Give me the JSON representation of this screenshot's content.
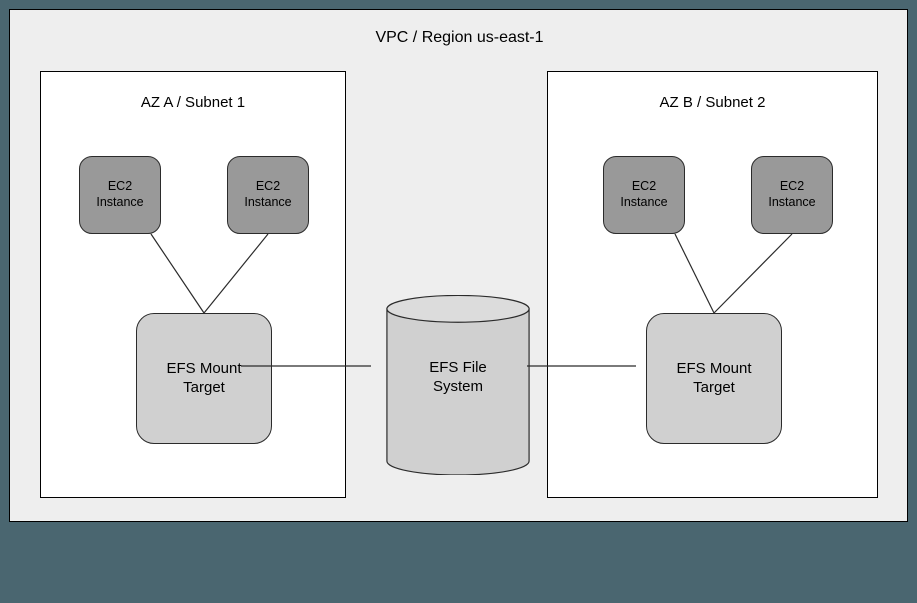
{
  "diagram": {
    "title": "VPC / Region us-east-1",
    "background_color": "#4a6670",
    "panel_color": "#eeeeee"
  },
  "subnets": [
    {
      "id": "az-a",
      "title": "AZ A / Subnet 1",
      "instances": [
        {
          "label": "EC2\nInstance"
        },
        {
          "label": "EC2\nInstance"
        }
      ],
      "mount_target": {
        "label": "EFS Mount\nTarget"
      }
    },
    {
      "id": "az-b",
      "title": "AZ B / Subnet 2",
      "instances": [
        {
          "label": "EC2\nInstance"
        },
        {
          "label": "EC2\nInstance"
        }
      ],
      "mount_target": {
        "label": "EFS Mount\nTarget"
      }
    }
  ],
  "storage": {
    "label": "EFS File\nSystem",
    "shape": "cylinder",
    "fill_color": "#d0d0d0"
  },
  "colors": {
    "ec2_fill": "#999999",
    "mount_fill": "#d0d0d0",
    "storage_fill": "#d0d0d0",
    "subnet_fill": "#ffffff",
    "stroke": "#2b2b2b",
    "frame": "#4a6670"
  }
}
